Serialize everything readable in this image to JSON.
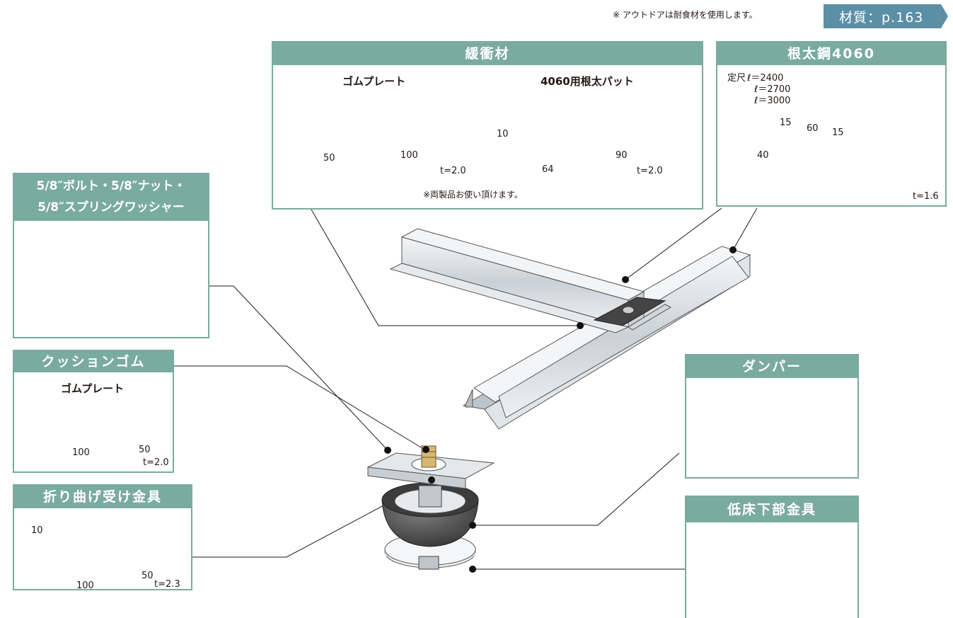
{
  "note": "※ アウトドアは耐食材を使用します。",
  "material_ref": "材質：p.163",
  "panels": {
    "cushion_material": {
      "title": "緩衝材",
      "rubber_plate": {
        "name": "ゴムプレート",
        "dim_w": "50",
        "dim_l": "100",
        "thickness": "t=2.0"
      },
      "joist_pad": {
        "name": "4060用根太パット",
        "dim_h": "10",
        "dim_w": "64",
        "dim_l": "90",
        "thickness": "t=2.0"
      },
      "footnote": "※両製品お使い頂けます。"
    },
    "joist_steel": {
      "title": "根太鋼4060",
      "length_label": "定尺",
      "lengths": [
        "ℓ＝2400",
        "ℓ＝2700",
        "ℓ＝3000"
      ],
      "dim_a": "15",
      "dim_b": "60",
      "dim_c": "15",
      "dim_h": "40",
      "thickness": "t=1.6"
    },
    "bolt_set": {
      "title_line1": "5/8″ボルト・5/8″ナット・",
      "title_line2": "5/8″スプリングワッシャー"
    },
    "cushion_rubber": {
      "title": "クッションゴム",
      "name": "ゴムプレート",
      "dim_l": "100",
      "dim_w": "50",
      "thickness": "t=2.0"
    },
    "bent_bracket": {
      "title": "折り曲げ受け金具",
      "dim_h": "10",
      "dim_l": "100",
      "dim_w": "50",
      "thickness": "t=2.3"
    },
    "damper": {
      "title": "ダンパー"
    },
    "base_fitting": {
      "title": "低床下部金具"
    }
  },
  "colors": {
    "accent": "#7aab9f",
    "ref_tab": "#5a8fa6",
    "rubber": "#555555",
    "steel": "#d6dde2"
  }
}
